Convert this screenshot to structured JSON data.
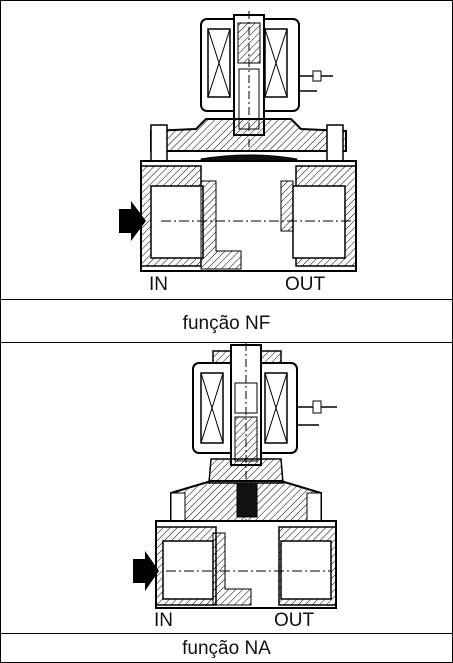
{
  "figure": {
    "nf": {
      "in_label": "IN",
      "out_label": "OUT",
      "caption": "função NF"
    },
    "na": {
      "in_label": "IN",
      "out_label": "OUT",
      "caption": "função NA"
    }
  }
}
